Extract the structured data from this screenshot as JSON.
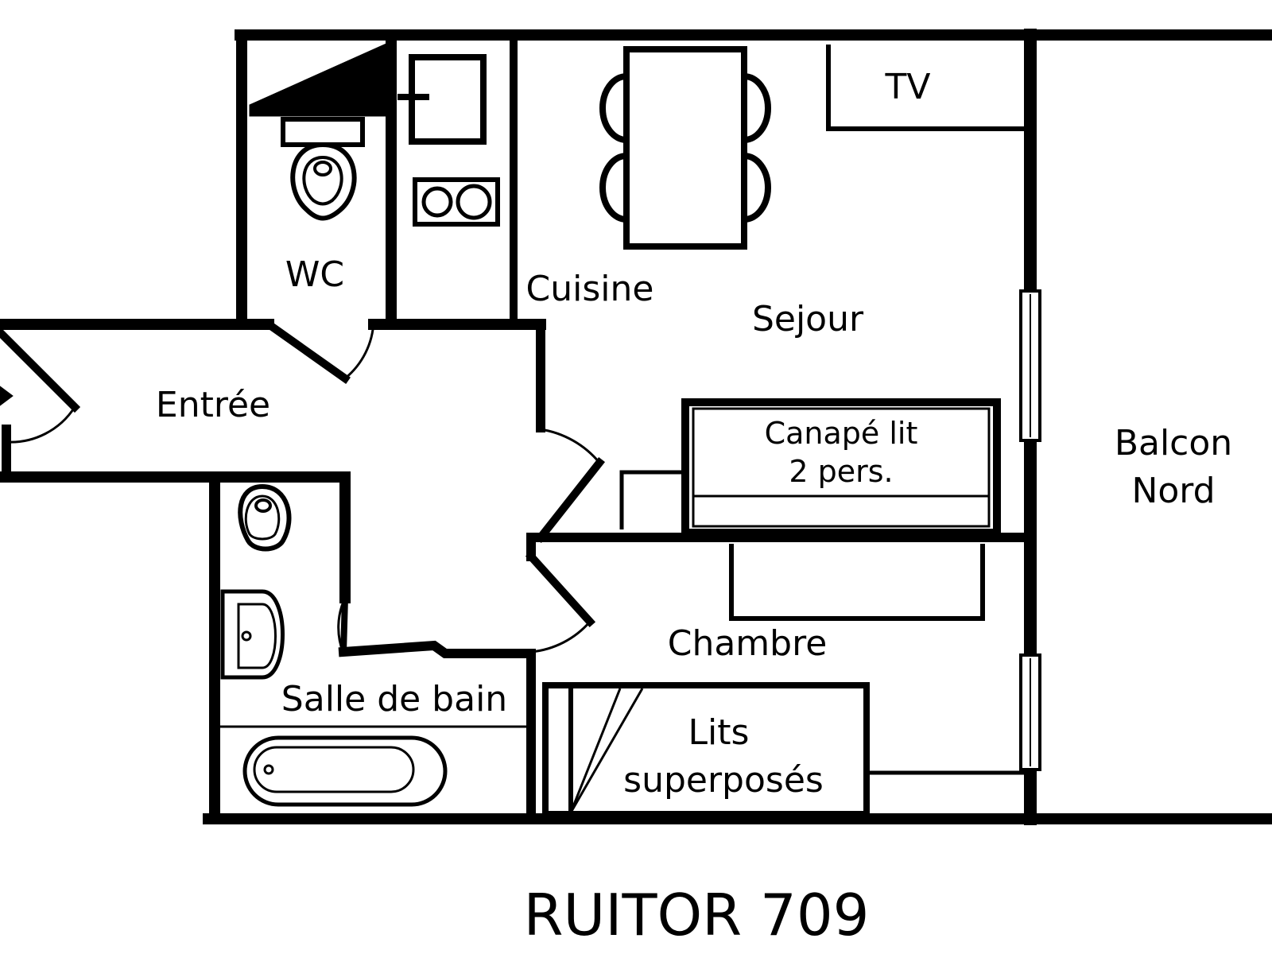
{
  "plan": {
    "title": "RUITOR 709",
    "rooms": {
      "wc": "WC",
      "cuisine": "Cuisine",
      "sejour": "Sejour",
      "entree": "Entrée",
      "chambre": "Chambre",
      "salle_de_bain": "Salle de bain",
      "balcon_line1": "Balcon",
      "balcon_line2": "Nord"
    },
    "furniture": {
      "tv": "TV",
      "canape_line1": "Canapé lit",
      "canape_line2": "2 pers.",
      "lits_line1": "Lits",
      "lits_line2": "superposés"
    }
  }
}
